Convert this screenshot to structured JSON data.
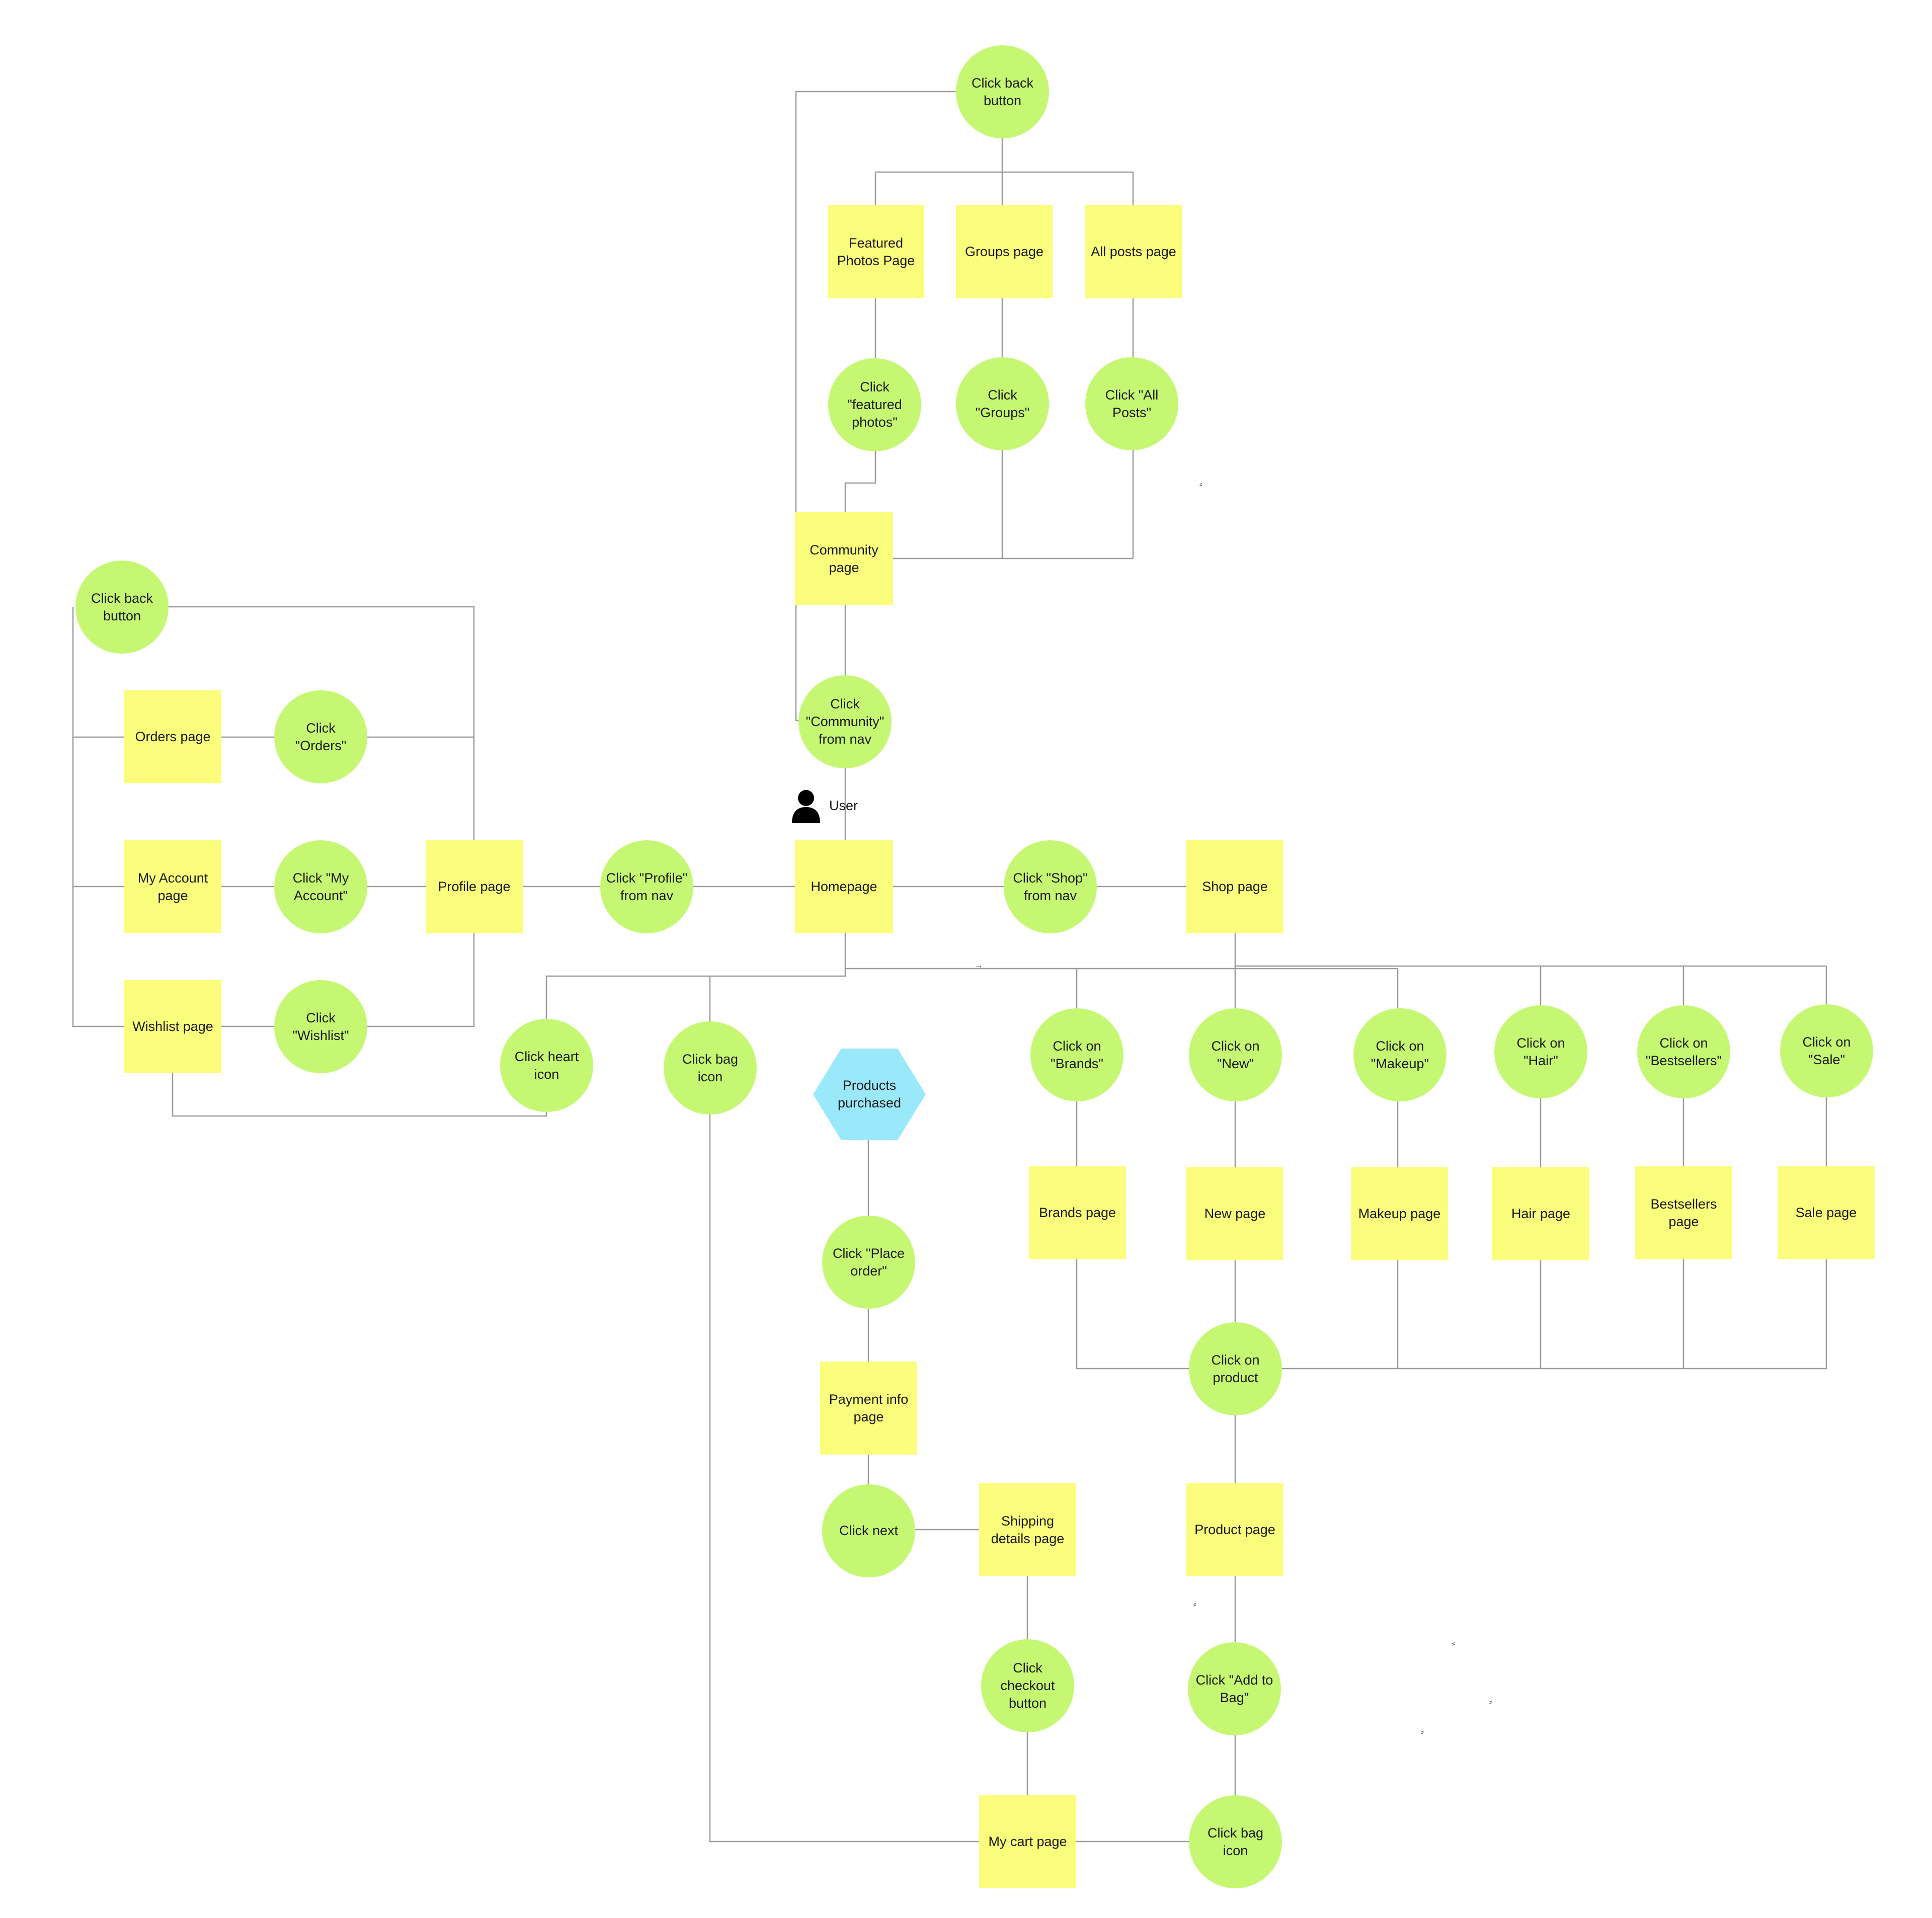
{
  "diagram": {
    "user": {
      "label": "User",
      "icon": "user-icon"
    },
    "colors": {
      "page_note": "#fafe7c",
      "action_circle": "#c6f772",
      "terminal_hexagon": "#9ae9fb",
      "connector": "#9a9a9a"
    },
    "nodes": {
      "community_back": "Click back\nbutton",
      "featured_photos_page": "Featured\nPhotos Page",
      "groups_page": "Groups page",
      "all_posts_page": "All posts page",
      "click_featured_photos": "Click\n\"featured\nphotos\"",
      "click_groups": "Click \"Groups\"",
      "click_all_posts": "Click \"All\nPosts\"",
      "community_page": "Community\npage",
      "click_community": "Click\n\"Community\"\nfrom nav",
      "profile_back": "Click back\nbutton",
      "orders_page": "Orders page",
      "click_orders": "Click \"Orders\"",
      "my_account_page": "My Account\npage",
      "click_my_account": "Click \"My\nAccount\"",
      "profile_page": "Profile page",
      "click_profile": "Click \"Profile\"\nfrom nav",
      "homepage": "Homepage",
      "click_shop": "Click \"Shop\"\nfrom nav",
      "shop_page": "Shop page",
      "wishlist_page": "Wishlist page",
      "click_wishlist": "Click\n\"Wishlist\"",
      "click_heart": "Click heart\nicon",
      "click_bag_home": "Click bag icon",
      "products_purchased": "Products\npurchased",
      "click_brands": "Click on\n\"Brands\"",
      "click_new": "Click on\n\"New\"",
      "click_makeup": "Click on\n\"Makeup\"",
      "click_hair": "Click on \"Hair\"",
      "click_bestsellers": "Click on\n\"Bestsellers\"",
      "click_sale": "Click on\n\"Sale\"",
      "brands_page": "Brands page",
      "new_page": "New page",
      "makeup_page": "Makeup page",
      "hair_page": "Hair page",
      "bestsellers_page": "Bestsellers\npage",
      "sale_page": "Sale page",
      "click_place_order": "Click \"Place\norder\"",
      "click_product": "Click on\nproduct",
      "payment_page": "Payment info\npage",
      "click_next": "Click next",
      "shipping_page": "Shipping\ndetails page",
      "product_page": "Product page",
      "click_checkout": "Click\ncheckout\nbutton",
      "click_add_to_bag": "Click \"Add to\nBag\"",
      "my_cart_page": "My cart page",
      "click_bag_product": "Click bag icon"
    }
  }
}
